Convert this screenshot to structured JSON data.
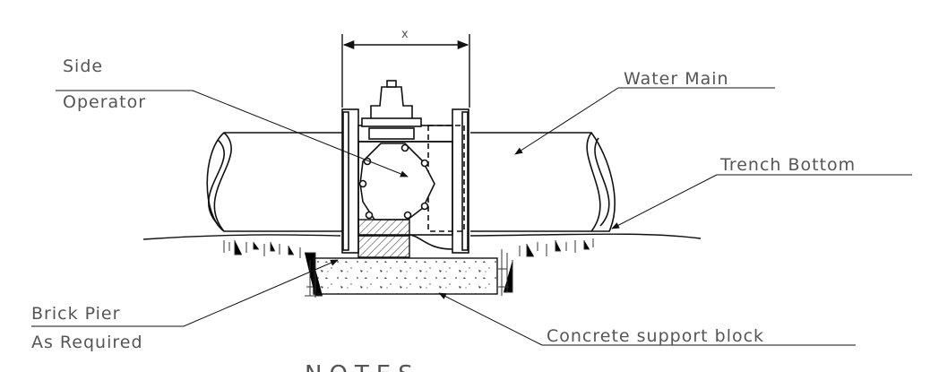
{
  "diagram": {
    "dimension_label": "x",
    "labels": {
      "side_operator_line1": "Side",
      "side_operator_line2": "Operator",
      "water_main": "Water Main",
      "trench_bottom": "Trench Bottom",
      "brick_pier_line1": "Brick Pier",
      "brick_pier_line2": "As Required",
      "concrete_support_block": "Concrete support block"
    },
    "notes_heading": "NOTES"
  }
}
